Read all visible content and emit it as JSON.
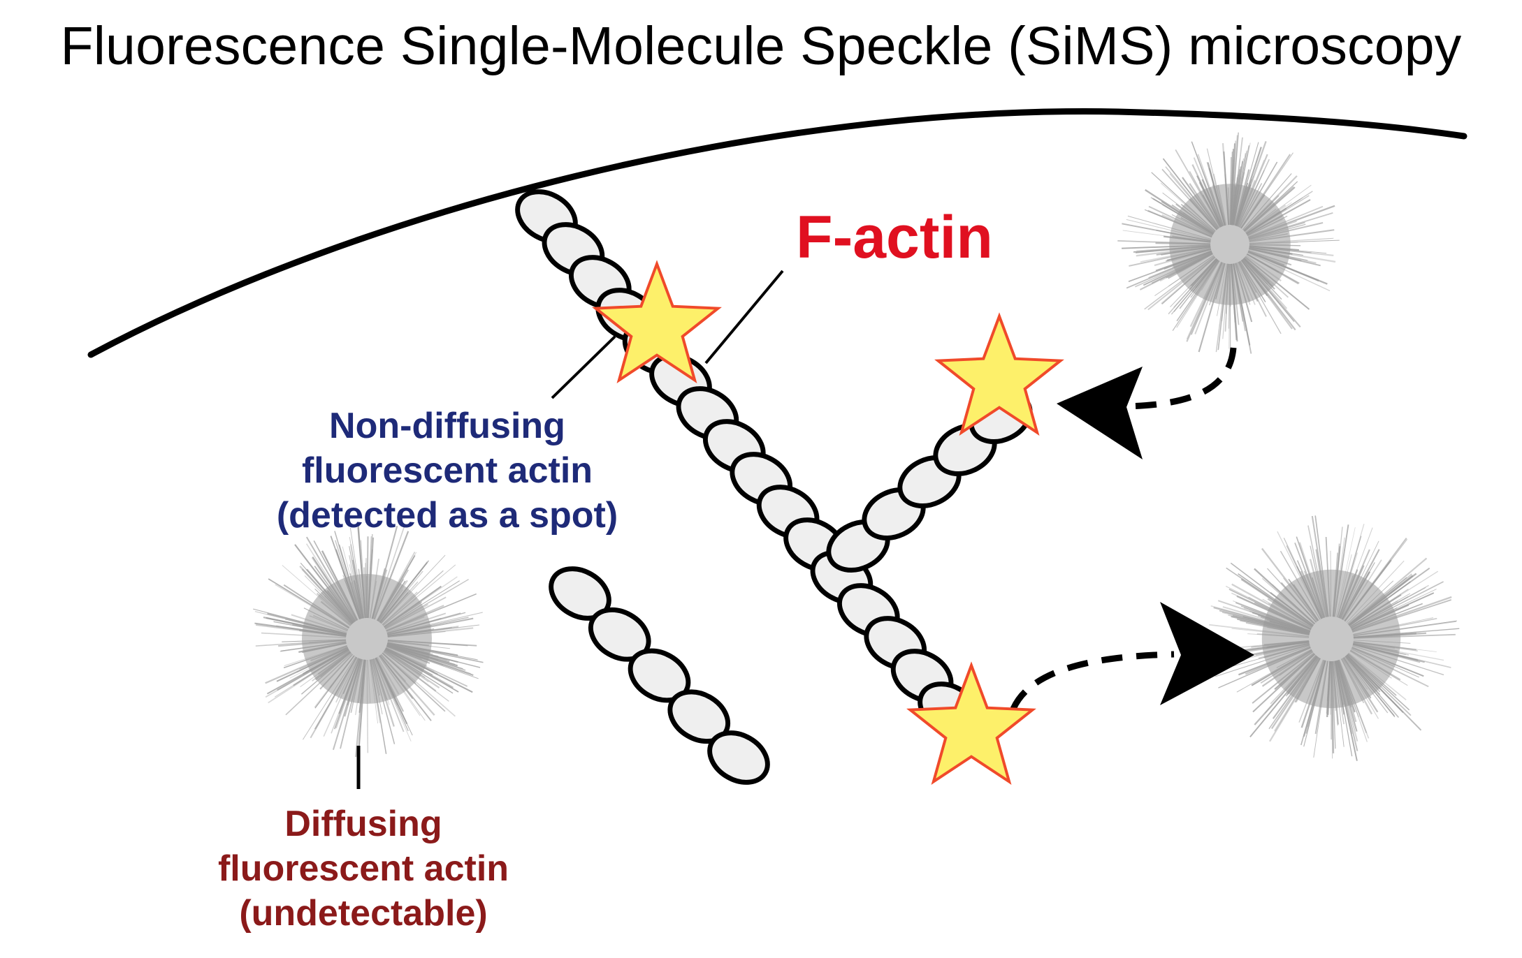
{
  "title": "Fluorescence Single-Molecule Speckle (SiMS) microscopy",
  "labels": {
    "f_actin": "F-actin",
    "non_diffusing": {
      "line1": "Non-diffusing",
      "line2": "fluorescent actin",
      "line3": "(detected as a spot)"
    },
    "diffusing": {
      "line1": "Diffusing",
      "line2": "fluorescent actin",
      "line3": "(undetectable)"
    }
  },
  "colors": {
    "f_actin": "#e01020",
    "non_diffusing": "#1e2a78",
    "diffusing": "#8b1a1a",
    "subunit_fill": "#efefef",
    "star_fill": "#fdf06a",
    "star_stroke": "#f04a2a",
    "blur": "#9a9a9a"
  },
  "icons": {
    "membrane": "membrane-curve",
    "subunit": "actin-subunit",
    "fluorophore": "star-icon",
    "diffusing_molecule": "blurry-speckle",
    "movement": "dashed-arrow"
  }
}
